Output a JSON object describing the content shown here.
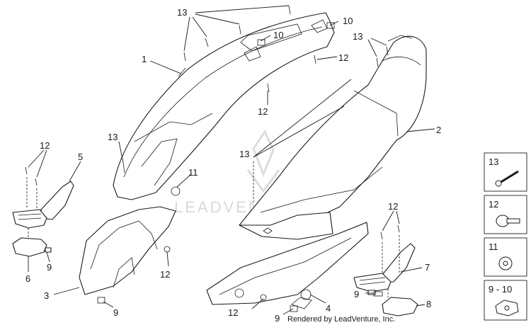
{
  "watermark": "LEADVENTURE",
  "footer_text": "Rendered by LeadVenture, Inc.",
  "callouts": [
    {
      "id": "c13-top",
      "text": "13"
    },
    {
      "id": "c10-a",
      "text": "10"
    },
    {
      "id": "c10-b",
      "text": "10"
    },
    {
      "id": "c1",
      "text": "1"
    },
    {
      "id": "c12-a",
      "text": "12"
    },
    {
      "id": "c12-b",
      "text": "12"
    },
    {
      "id": "c13-right",
      "text": "13"
    },
    {
      "id": "c2",
      "text": "2"
    },
    {
      "id": "c13-mid",
      "text": "13"
    },
    {
      "id": "c13-left",
      "text": "13"
    },
    {
      "id": "c12-left",
      "text": "12"
    },
    {
      "id": "c5",
      "text": "5"
    },
    {
      "id": "c11",
      "text": "11"
    },
    {
      "id": "c9-left",
      "text": "9"
    },
    {
      "id": "c6",
      "text": "6"
    },
    {
      "id": "c3",
      "text": "3"
    },
    {
      "id": "c9-bottom",
      "text": "9"
    },
    {
      "id": "c12-c",
      "text": "12"
    },
    {
      "id": "c12-d",
      "text": "12"
    },
    {
      "id": "c9-mid",
      "text": "9"
    },
    {
      "id": "c4",
      "text": "4"
    },
    {
      "id": "c12-right",
      "text": "12"
    },
    {
      "id": "c7",
      "text": "7"
    },
    {
      "id": "c9-right",
      "text": "9"
    },
    {
      "id": "c8",
      "text": "8"
    }
  ],
  "legend": [
    {
      "label": "13",
      "icon": "screw-icon"
    },
    {
      "label": "12",
      "icon": "bolt-icon"
    },
    {
      "label": "11",
      "icon": "washer-icon"
    },
    {
      "label": "9 - 10",
      "icon": "clip-nut-icon"
    }
  ]
}
